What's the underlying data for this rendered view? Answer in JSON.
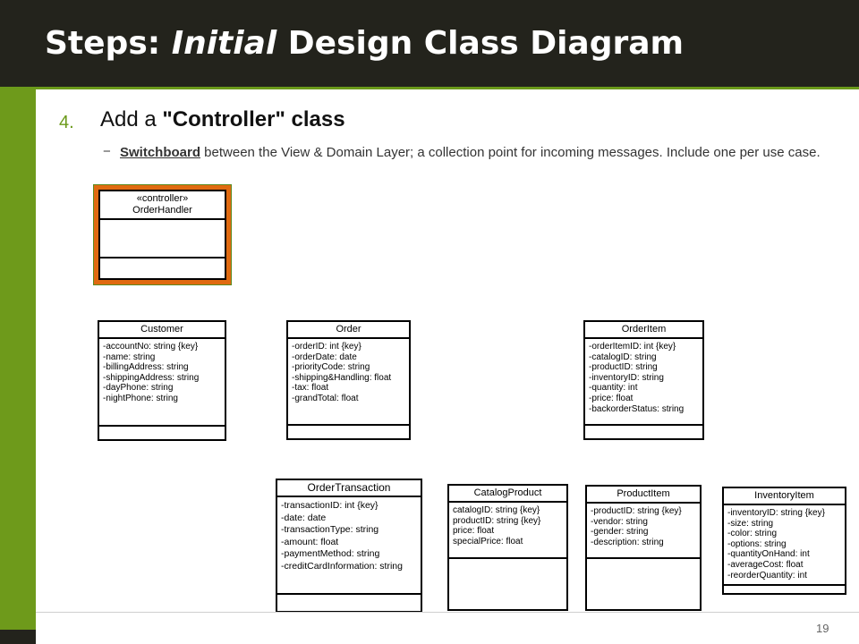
{
  "slide": {
    "title_pre": "Steps: ",
    "title_italic": "Initial",
    "title_post": " Design Class Diagram",
    "bullet_number": "4.",
    "bullet_pre": "Add a ",
    "bullet_bold": "\"Controller\" class",
    "sub_dash": "−",
    "sub_link": "Switchboard",
    "sub_text": " between the View & Domain Layer; a collection point for incoming messages. Include one per use case.",
    "page_number": "19"
  },
  "colors": {
    "title_bar": "#23231c",
    "accent_green": "#6e9a1b",
    "highlight_orange": "#e06a10"
  },
  "classes": {
    "controller": {
      "stereotype": "«controller»",
      "name": "OrderHandler"
    },
    "customer": {
      "name": "Customer",
      "attributes": [
        "-accountNo: string {key}",
        "-name: string",
        "-billingAddress: string",
        "-shippingAddress: string",
        "-dayPhone: string",
        "-nightPhone: string"
      ]
    },
    "order": {
      "name": "Order",
      "attributes": [
        "-orderID: int {key}",
        "-orderDate: date",
        "-priorityCode: string",
        "-shipping&Handling: float",
        "-tax: float",
        "-grandTotal: float"
      ]
    },
    "orderitem": {
      "name": "OrderItem",
      "attributes": [
        "-orderItemID: int {key}",
        "-catalogID: string",
        "-productID: string",
        "-inventoryID: string",
        "-quantity: int",
        "-price: float",
        "-backorderStatus: string"
      ]
    },
    "ordertransaction": {
      "name": "OrderTransaction",
      "attributes": [
        "-transactionID: int {key}",
        "-date: date",
        "-transactionType: string",
        "-amount: float",
        "-paymentMethod: string",
        "-creditCardInformation: string"
      ]
    },
    "catalogproduct": {
      "name": "CatalogProduct",
      "attributes": [
        "catalogID: string {key}",
        "productID: string {key}",
        "price: float",
        "specialPrice: float"
      ]
    },
    "productitem": {
      "name": "ProductItem",
      "attributes": [
        "-productID: string {key}",
        "-vendor: string",
        "-gender: string",
        "-description: string"
      ]
    },
    "inventoryitem": {
      "name": "InventoryItem",
      "attributes": [
        "-inventoryID: string {key}",
        "-size: string",
        "-color: string",
        "-options: string",
        "-quantityOnHand: int",
        "-averageCost: float",
        "-reorderQuantity: int"
      ]
    }
  }
}
